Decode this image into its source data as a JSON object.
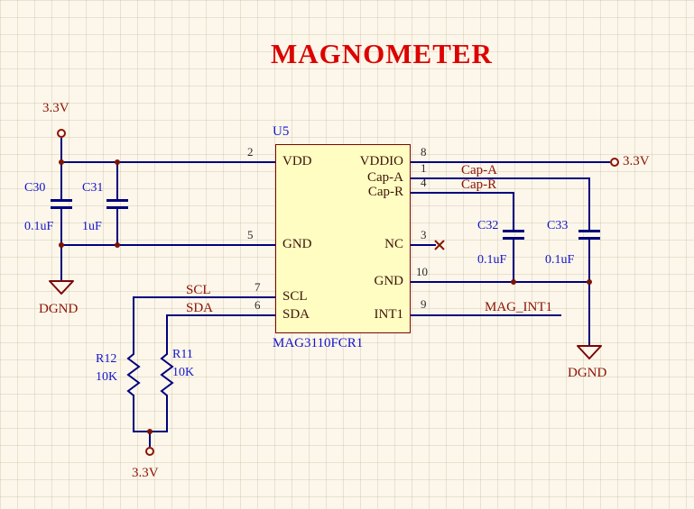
{
  "title": "MAGNOMETER",
  "ic": {
    "designator": "U5",
    "part_number": "MAG3110FCR1",
    "left_pins": [
      {
        "number": "2",
        "name": "VDD"
      },
      {
        "number": "5",
        "name": "GND"
      },
      {
        "number": "7",
        "name": "SCL"
      },
      {
        "number": "6",
        "name": "SDA"
      }
    ],
    "right_pins": [
      {
        "number": "8",
        "name": "VDDIO"
      },
      {
        "number": "1",
        "name": "Cap-A"
      },
      {
        "number": "4",
        "name": "Cap-R"
      },
      {
        "number": "3",
        "name": "NC"
      },
      {
        "number": "10",
        "name": "GND"
      },
      {
        "number": "9",
        "name": "INT1"
      }
    ]
  },
  "net_labels": {
    "scl": "SCL",
    "sda": "SDA",
    "cap_a": "Cap-A",
    "cap_r": "Cap-R",
    "mag_int1": "MAG_INT1"
  },
  "power": {
    "rail": "3.3V",
    "ground": "DGND"
  },
  "components": {
    "c30": {
      "designator": "C30",
      "value": "0.1uF"
    },
    "c31": {
      "designator": "C31",
      "value": "1uF"
    },
    "c32": {
      "designator": "C32",
      "value": "0.1uF"
    },
    "c33": {
      "designator": "C33",
      "value": "0.1uF"
    },
    "r12": {
      "designator": "R12",
      "value": "10K"
    },
    "r11": {
      "designator": "R11",
      "value": "10K"
    }
  },
  "colors": {
    "bg": "#fcf7ea",
    "wire": "#00007d",
    "part_fill": "#fffdc2",
    "part_border": "#7c0507",
    "net_label": "#8c1204",
    "designator": "#1414cc",
    "title_red": "#dc0300",
    "pin_name": "#3c1306",
    "pin_number": "#2b2b2b",
    "junction": "#7a1505"
  }
}
